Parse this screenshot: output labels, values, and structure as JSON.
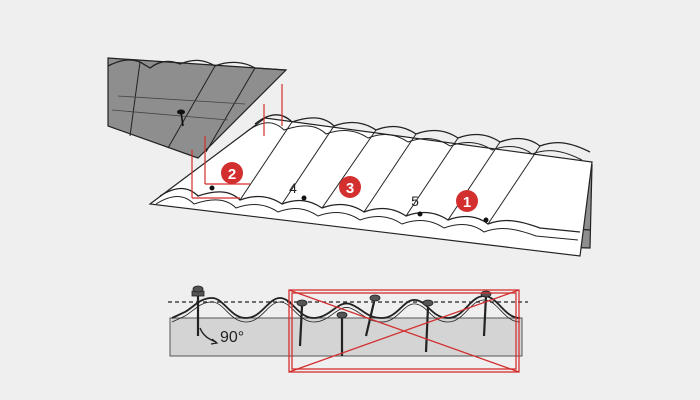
{
  "markers": {
    "step_1": "1",
    "step_2": "2",
    "step_3": "3",
    "label_4": "4",
    "label_5": "5"
  },
  "detail": {
    "angle": "90°"
  },
  "colors": {
    "background": "#efefef",
    "sheet_dark": "#8c8c8c",
    "sheet_light": "#ffffff",
    "outline": "#222222",
    "marker": "#d32f2f",
    "guide": "#d32f2f",
    "substrate": "#d4d4d4"
  }
}
